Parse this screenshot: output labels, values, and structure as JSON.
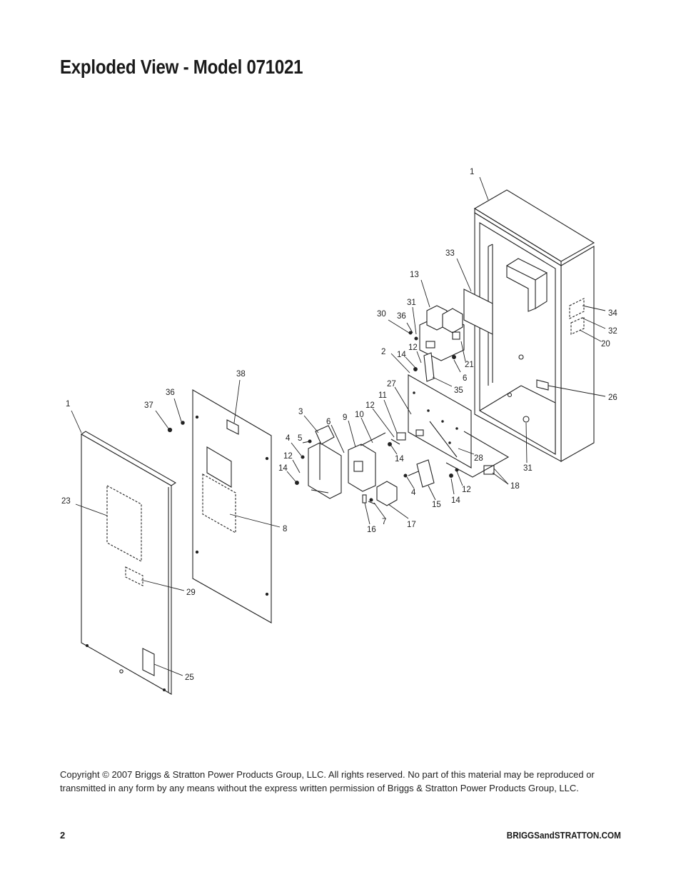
{
  "page": {
    "title": "Exploded View - Model 071021",
    "copyright": "Copyright © 2007 Briggs & Stratton Power Products Group, LLC.  All rights reserved.  No part of this material may be reproduced or transmitted in any form by any means without the express written permission of Briggs & Stratton Power Products Group, LLC.",
    "page_number": "2",
    "website": "BRIGGSandSTRATTON.COM"
  },
  "diagram": {
    "callouts": {
      "c1_enclosure": "1",
      "c33": "33",
      "c13": "13",
      "c31_top": "31",
      "c30": "30",
      "c36_top": "36",
      "c12_top": "12",
      "c2": "2",
      "c14_top": "14",
      "c21": "21",
      "c6_right": "6",
      "c35": "35",
      "c34": "34",
      "c32": "32",
      "c20": "20",
      "c26": "26",
      "c27": "27",
      "c11": "11",
      "c12_mid": "12",
      "c10": "10",
      "c9": "9",
      "c6_left": "6",
      "c3": "3",
      "c5": "5",
      "c4_left": "4",
      "c12_left": "12",
      "c14_left": "14",
      "c14_mid": "14",
      "c28": "28",
      "c31_bottom": "31",
      "c18": "18",
      "c12_lower": "12",
      "c14_lower": "14",
      "c15": "15",
      "c4_mid": "4",
      "c7": "7",
      "c16": "16",
      "c17": "17",
      "c38": "38",
      "c36_left": "36",
      "c37": "37",
      "c1_door": "1",
      "c23": "23",
      "c8": "8",
      "c29": "29",
      "c25": "25"
    }
  }
}
